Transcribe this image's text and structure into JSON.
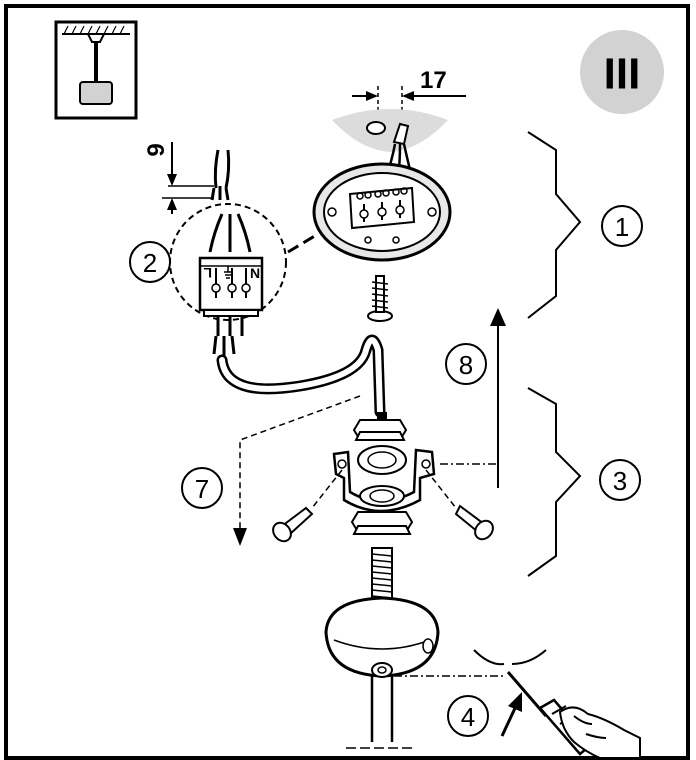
{
  "panel": {
    "roman_numeral": "III",
    "dimension_top": "17",
    "dimension_left": "9",
    "terminal_labels": {
      "line": "L",
      "neutral": "N"
    },
    "steps": [
      "1",
      "2",
      "3",
      "4",
      "7",
      "8"
    ]
  },
  "colors": {
    "ink": "#000000",
    "badge_gray": "#d2d2d2",
    "ceiling_shadow": "#dcdcdc",
    "canopy_gray": "#e8e8e8"
  },
  "icons": {
    "ceiling_lamp": "pendant-lamp-icon",
    "screwdriver": "screwdriver-icon",
    "hand": "hand-icon",
    "earth": "ground-symbol"
  }
}
